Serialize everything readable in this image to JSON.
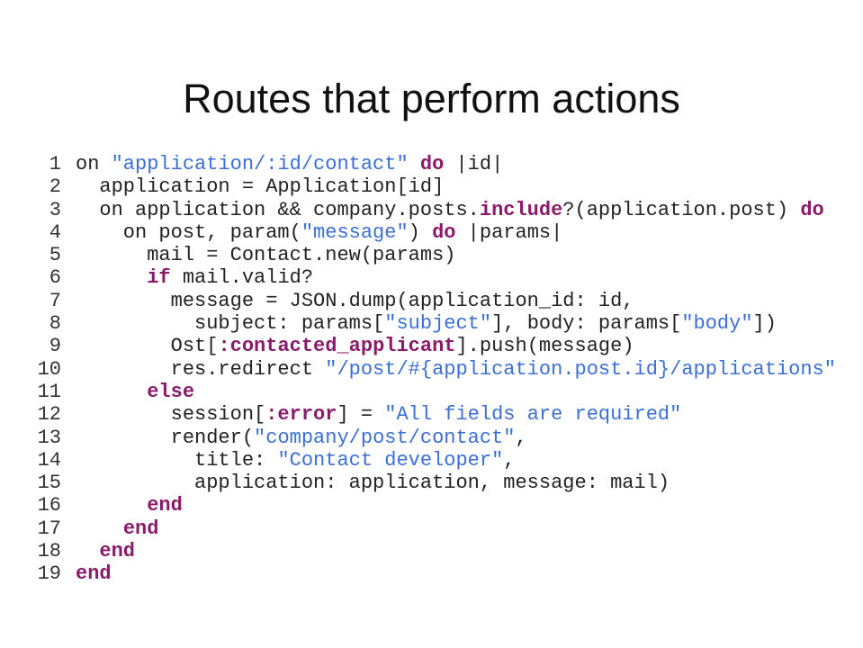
{
  "slide": {
    "title": "Routes that perform actions",
    "colors": {
      "keyword": "#8b1a6b",
      "string": "#3b6fd6",
      "text": "#222222"
    },
    "code_lines": [
      {
        "n": "1",
        "tokens": [
          [
            "on ",
            "t"
          ],
          [
            "\"application/:id/contact\"",
            "str"
          ],
          [
            " ",
            "t"
          ],
          [
            "do",
            "kw"
          ],
          [
            " |id|",
            "t"
          ]
        ]
      },
      {
        "n": "2",
        "tokens": [
          [
            "  application = Application[id]",
            "t"
          ]
        ]
      },
      {
        "n": "3",
        "tokens": [
          [
            "  on application && company.posts.",
            "t"
          ],
          [
            "include",
            "kw"
          ],
          [
            "?(application.post) ",
            "t"
          ],
          [
            "do",
            "kw"
          ]
        ]
      },
      {
        "n": "4",
        "tokens": [
          [
            "    on post, param(",
            "t"
          ],
          [
            "\"message\"",
            "str"
          ],
          [
            ") ",
            "t"
          ],
          [
            "do",
            "kw"
          ],
          [
            " |params|",
            "t"
          ]
        ]
      },
      {
        "n": "5",
        "tokens": [
          [
            "      mail = Contact.new(params)",
            "t"
          ]
        ]
      },
      {
        "n": "6",
        "tokens": [
          [
            "      ",
            "t"
          ],
          [
            "if",
            "kw"
          ],
          [
            " mail.valid?",
            "t"
          ]
        ]
      },
      {
        "n": "7",
        "tokens": [
          [
            "        message = JSON.dump(application_id: id,",
            "t"
          ]
        ]
      },
      {
        "n": "8",
        "tokens": [
          [
            "          subject: params[",
            "t"
          ],
          [
            "\"subject\"",
            "str"
          ],
          [
            "], body: params[",
            "t"
          ],
          [
            "\"body\"",
            "str"
          ],
          [
            "])",
            "t"
          ]
        ]
      },
      {
        "n": "9",
        "tokens": [
          [
            "        Ost[",
            "t"
          ],
          [
            ":contacted_applicant",
            "sym"
          ],
          [
            "].push(message)",
            "t"
          ]
        ]
      },
      {
        "n": "10",
        "tokens": [
          [
            "        res.redirect ",
            "t"
          ],
          [
            "\"/post/#{application.post.id}/applications\"",
            "str"
          ]
        ]
      },
      {
        "n": "11",
        "tokens": [
          [
            "      ",
            "t"
          ],
          [
            "else",
            "kw"
          ]
        ]
      },
      {
        "n": "12",
        "tokens": [
          [
            "        session[",
            "t"
          ],
          [
            ":error",
            "sym"
          ],
          [
            "] = ",
            "t"
          ],
          [
            "\"All fields are required\"",
            "str"
          ]
        ]
      },
      {
        "n": "13",
        "tokens": [
          [
            "        render(",
            "t"
          ],
          [
            "\"company/post/contact\"",
            "str"
          ],
          [
            ",",
            "t"
          ]
        ]
      },
      {
        "n": "14",
        "tokens": [
          [
            "          title: ",
            "t"
          ],
          [
            "\"Contact developer\"",
            "str"
          ],
          [
            ",",
            "t"
          ]
        ]
      },
      {
        "n": "15",
        "tokens": [
          [
            "          application: application, message: mail)",
            "t"
          ]
        ]
      },
      {
        "n": "16",
        "tokens": [
          [
            "      ",
            "t"
          ],
          [
            "end",
            "kw"
          ]
        ]
      },
      {
        "n": "17",
        "tokens": [
          [
            "    ",
            "t"
          ],
          [
            "end",
            "kw"
          ]
        ]
      },
      {
        "n": "18",
        "tokens": [
          [
            "  ",
            "t"
          ],
          [
            "end",
            "kw"
          ]
        ]
      },
      {
        "n": "19",
        "tokens": [
          [
            "end",
            "kw"
          ]
        ]
      }
    ]
  }
}
